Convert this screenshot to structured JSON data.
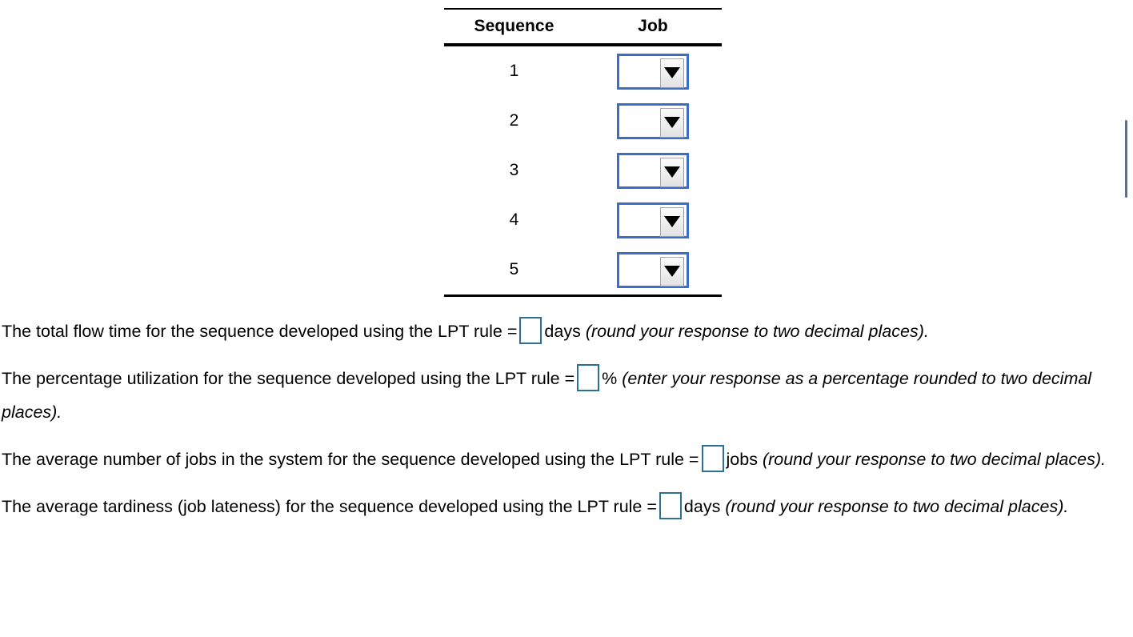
{
  "table": {
    "headers": {
      "sequence": "Sequence",
      "job": "Job"
    },
    "rows": [
      {
        "sequence": "1",
        "job_value": "",
        "dropdown_icon": "chevron-down-icon"
      },
      {
        "sequence": "2",
        "job_value": "",
        "dropdown_icon": "chevron-down-icon"
      },
      {
        "sequence": "3",
        "job_value": "",
        "dropdown_icon": "chevron-down-icon"
      },
      {
        "sequence": "4",
        "job_value": "",
        "dropdown_icon": "chevron-down-icon"
      },
      {
        "sequence": "5",
        "job_value": "",
        "dropdown_icon": "chevron-down-icon"
      }
    ]
  },
  "statements": [
    {
      "id": "total-flow-time",
      "lead": "The total flow time for the sequence developed using the LPT rule =",
      "input_value": "",
      "unit": "days",
      "hint": "(round your response to two decimal places)."
    },
    {
      "id": "percentage-utilization",
      "lead": "The percentage utilization for the sequence developed using the LPT rule =",
      "input_value": "",
      "unit": "%",
      "hint": "(enter your response as a percentage rounded to two decimal places)."
    },
    {
      "id": "average-jobs-in-system",
      "lead": "The average number of jobs in the system for the sequence developed using the LPT rule =",
      "input_value": "",
      "unit": "jobs",
      "hint": "(round your response to two decimal places)."
    },
    {
      "id": "average-tardiness",
      "lead": "The average tardiness (job lateness) for the sequence developed using the LPT rule =",
      "input_value": "",
      "unit": "days",
      "hint": "(round your response to two decimal places)."
    }
  ],
  "colors": {
    "dropdown_border": "#3c6fc4",
    "answer_box_border": "#2e7094",
    "rule": "#000000",
    "scrollbar_thumb": "#62707d",
    "background": "#ffffff"
  }
}
